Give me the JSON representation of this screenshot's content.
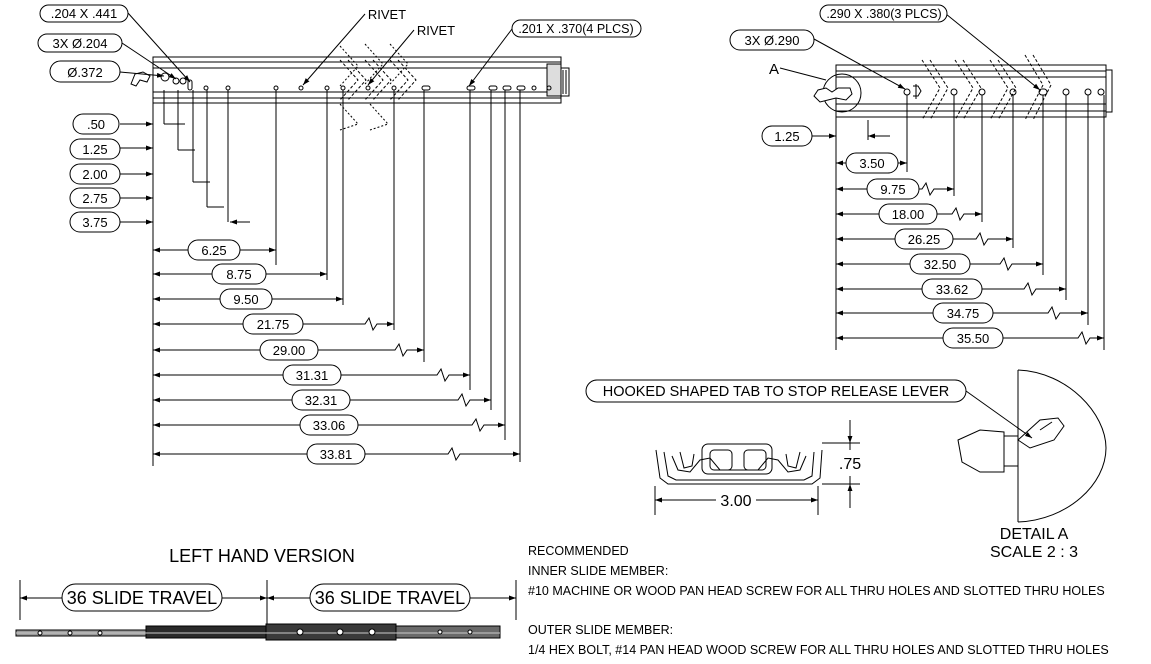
{
  "callouts": {
    "slot_204_441": ".204 X .441",
    "holes_3x_204": "3X Ø.204",
    "hole_372": "Ø.372",
    "rivet_1": "RIVET",
    "rivet_2": "RIVET",
    "slots_201_370": ".201 X .370(4 PLCS)",
    "slots_290_380": ".290 X .380(3 PLCS)",
    "holes_3x_290": "3X Ø.290",
    "detail_letter": "A",
    "hooked_tab": "HOOKED SHAPED TAB TO STOP RELEASE LEVER"
  },
  "inner_member_dims": {
    "vertical": [
      ".50",
      "1.25",
      "2.00",
      "2.75",
      "3.75"
    ],
    "horizontal": [
      "6.25",
      "8.75",
      "9.50",
      "21.75",
      "29.00",
      "31.31",
      "32.31",
      "33.06",
      "33.81"
    ]
  },
  "outer_member_dims": {
    "vertical": [
      "1.25"
    ],
    "horizontal": [
      "3.50",
      "9.75",
      "18.00",
      "26.25",
      "32.50",
      "33.62",
      "34.75",
      "35.50"
    ]
  },
  "cross_section": {
    "height": ".75",
    "width": "3.00"
  },
  "detail": {
    "title": "DETAIL A",
    "scale": "SCALE 2 : 3"
  },
  "left_hand": {
    "title": "LEFT HAND VERSION",
    "travel_left": "36 SLIDE TRAVEL",
    "travel_right": "36 SLIDE TRAVEL"
  },
  "notes": {
    "heading": "RECOMMENDED",
    "inner_label": "INNER SLIDE MEMBER:",
    "inner_text": "#10 MACHINE OR WOOD PAN HEAD SCREW FOR ALL THRU HOLES AND SLOTTED THRU HOLES",
    "outer_label": "OUTER SLIDE MEMBER:",
    "outer_text": "1/4 HEX BOLT, #14 PAN HEAD WOOD SCREW FOR ALL THRU HOLES AND SLOTTED THRU HOLES"
  }
}
